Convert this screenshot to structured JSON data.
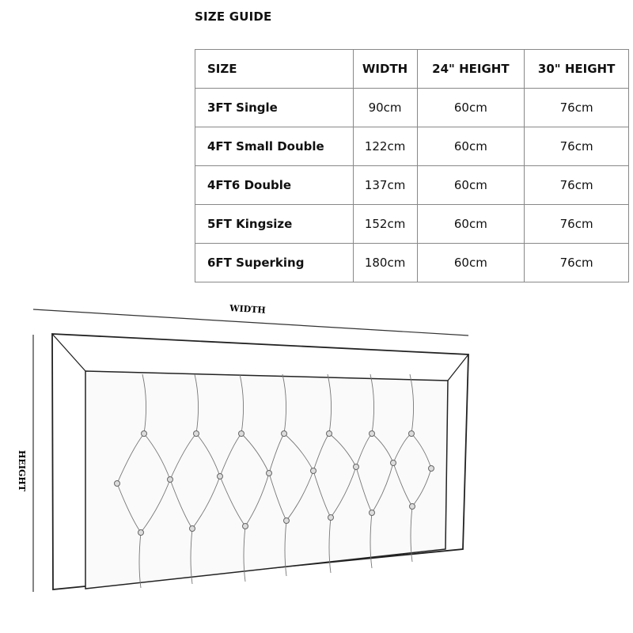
{
  "title": "SIZE GUIDE",
  "table": {
    "headers": [
      "SIZE",
      "WIDTH",
      "24\" HEIGHT",
      "30\" HEIGHT"
    ],
    "rows": [
      [
        "3FT Single",
        "90cm",
        "60cm",
        "76cm"
      ],
      [
        "4FT Small Double",
        "122cm",
        "60cm",
        "76cm"
      ],
      [
        "4FT6 Double",
        "137cm",
        "60cm",
        "76cm"
      ],
      [
        "5FT Kingsize",
        "152cm",
        "60cm",
        "76cm"
      ],
      [
        "6FT Superking",
        "180cm",
        "60cm",
        "76cm"
      ]
    ]
  },
  "diagram": {
    "width_label": "WIDTH",
    "height_label": "HEIGHT"
  }
}
